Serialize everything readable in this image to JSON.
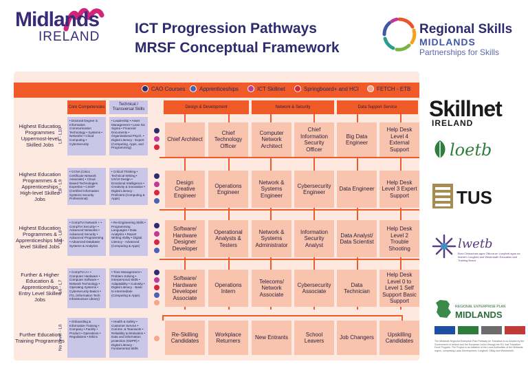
{
  "brand": {
    "name": "Midlands",
    "sub": "IRELAND"
  },
  "title": {
    "line1": "ICT Progression Pathways",
    "line2": "MRSF Conceptual Framework"
  },
  "regional_skills": {
    "line1": "Regional Skills",
    "line2": "MIDLANDS",
    "line3": "Partnerships for Skills"
  },
  "legend": [
    {
      "label": "CAO Courses",
      "color": "#2b2d6e"
    },
    {
      "label": "Apprenticeships",
      "color": "#4b63b0"
    },
    {
      "label": "ICT Skillnet",
      "color": "#c03a97"
    },
    {
      "label": "Springboard+ and HCI",
      "color": "#d7263d"
    },
    {
      "label": "FETCH - ETB",
      "color": "#f6a78a"
    }
  ],
  "headers": {
    "core": "Core Competencies",
    "transversal": "Technical / Transversal Skills",
    "design": "Design & Development",
    "network": "Network & Security",
    "data": "Data Support Service"
  },
  "rows": [
    {
      "label": "Highest Education Programmes Uppermost-level Skilled Jobs",
      "code": "L9 - L10",
      "core": "• Doctoral Degree in Information Communication Technology • Systems • Networks • Cloud Computing • Cybersecurity",
      "trans": "• Leadership • Asset Management • Lean Six Sigma • Financial Documents • Organisational Psych. • Digital Literacy - Expert (Computing, Apps, and Programming)",
      "dots": [
        "#2b2d6e",
        "#c03a97",
        "#d7263d"
      ],
      "jobs": [
        "Chief Architect",
        "Chief Technology Officer",
        "Computer Network Architect",
        "Chief Information Security Officer",
        "Big Data Engineer",
        "Help Desk Level 4 External Support"
      ]
    },
    {
      "label": "Highest Education Programmes & Apprenticeships High-level Skilled Jobs",
      "code": "L8 - L9",
      "core": "• CCNA (Cisco Certificate Network Associate) • Cloud Based Technologies Expertise • CISSP (Certified Information Systems Security Professional)",
      "trans": "• Critical Thinking • Technical Writing • UX/UI Design • Emotional Intelligence • Creativity & Innovation • Digital Literacy - Proficient (Computing & Apps)",
      "dots": [
        "#2b2d6e",
        "#c03a97",
        "#d7263d",
        "#4b63b0"
      ],
      "jobs": [
        "Design Creative Engineer",
        "Operations Engineer",
        "Network & Systems Engineer",
        "Cybersecurity Engineer",
        "Data Engineer",
        "Help Desk Level 3 Expert Support"
      ]
    },
    {
      "label": "Highest Education Programmes & Apprenticeships Mid-level Skilled Jobs",
      "code": "L7 - L8",
      "core": "• CompTIA Network + • CompTIA Security+ • Advanced Networks • Advanced Security • Advanced Programming • Advanced Database Systems & Analytics",
      "trans": "• Re-Engineering Skills • Programming Languages • Data Analytics • Report Writing Ability • Digital Literacy - Advanced (Computing & Apps)",
      "dots": [
        "#2b2d6e",
        "#c03a97",
        "#d7263d",
        "#4b63b0"
      ],
      "jobs": [
        "Software/ Hardware Designer Developer",
        "Operational Analysts & Testers",
        "Network & Systems Administrator",
        "Information Security Analyst",
        "Data Analyst/ Data Scientist",
        "Help Desk Level 2 Trouble Shooting"
      ]
    },
    {
      "label": "Further & Higher Education & Apprenticeships Entry Level Skilled Jobs",
      "code": "L6 - L7",
      "core": "• CompTIA A+ • Computer Hardware • Computer Software • Network Technology • Operating Systems • Cybersecurity Basics • ITIL (Information Tech. Infrastructure Library)",
      "trans": "• Time Management • Problem Solving • Interpersonal Skills • Adaptability • Curiosity • Digital Literacy - Basic to Intermediate (Computing & Apps)",
      "dots": [
        "#2b2d6e",
        "#c03a97",
        "#d7263d",
        "#4b63b0",
        "#f6a78a"
      ],
      "jobs": [
        "Software/ Hardware Developer Associate",
        "Operations Intern",
        "Telecoms/ Network Associate",
        "Cybersecurity Associate",
        "Data Technician",
        "Help Desk Level 0 to Level 1 Self Support Basic Support"
      ]
    },
    {
      "label": "Further Education Training Programmes",
      "code": "No Level - L6",
      "core": "• Onboarding & Information Training • Company • Facility • Product • Operations • Regulations • Ethics",
      "trans": "• Health & Safety • Customer Service • Comms. & Teamwork • Reliability & Motivation • Data and information protection (GDPR) • Digital Literacy - Fundamental Skills",
      "dots": [
        "#f6a78a"
      ],
      "jobs": [
        "Re-Skilling Candidates",
        "Workplace Returners",
        "New Entrants",
        "School Leavers",
        "Job Changers",
        "Upskilling Candidates"
      ]
    }
  ],
  "partners": {
    "skillnet": "Skillnet",
    "skillnet_sub": "IRELAND",
    "loetb": "loetb",
    "tus": "TUS",
    "lwetb": "lwetb",
    "lwetb_sub": "Bord Oideachais agus Oiliúna an Longfoirt agus na hIarmhí Longford and Westmeath Education and Training Board",
    "rep_line1": "REGIONAL ENTERPRISE PLAN",
    "rep_line2": "MIDLANDS",
    "fine_print": "The Midlands Regional Enterprise Plan Pathway for Transition is co-funded by the Government of Ireland and the European Union through the EU Just Transition Fund Program. The Project is an initiative of the Local Authorities of the Midlands region, comprising Laois Development, Longford, Offaly and Westmeath."
  }
}
